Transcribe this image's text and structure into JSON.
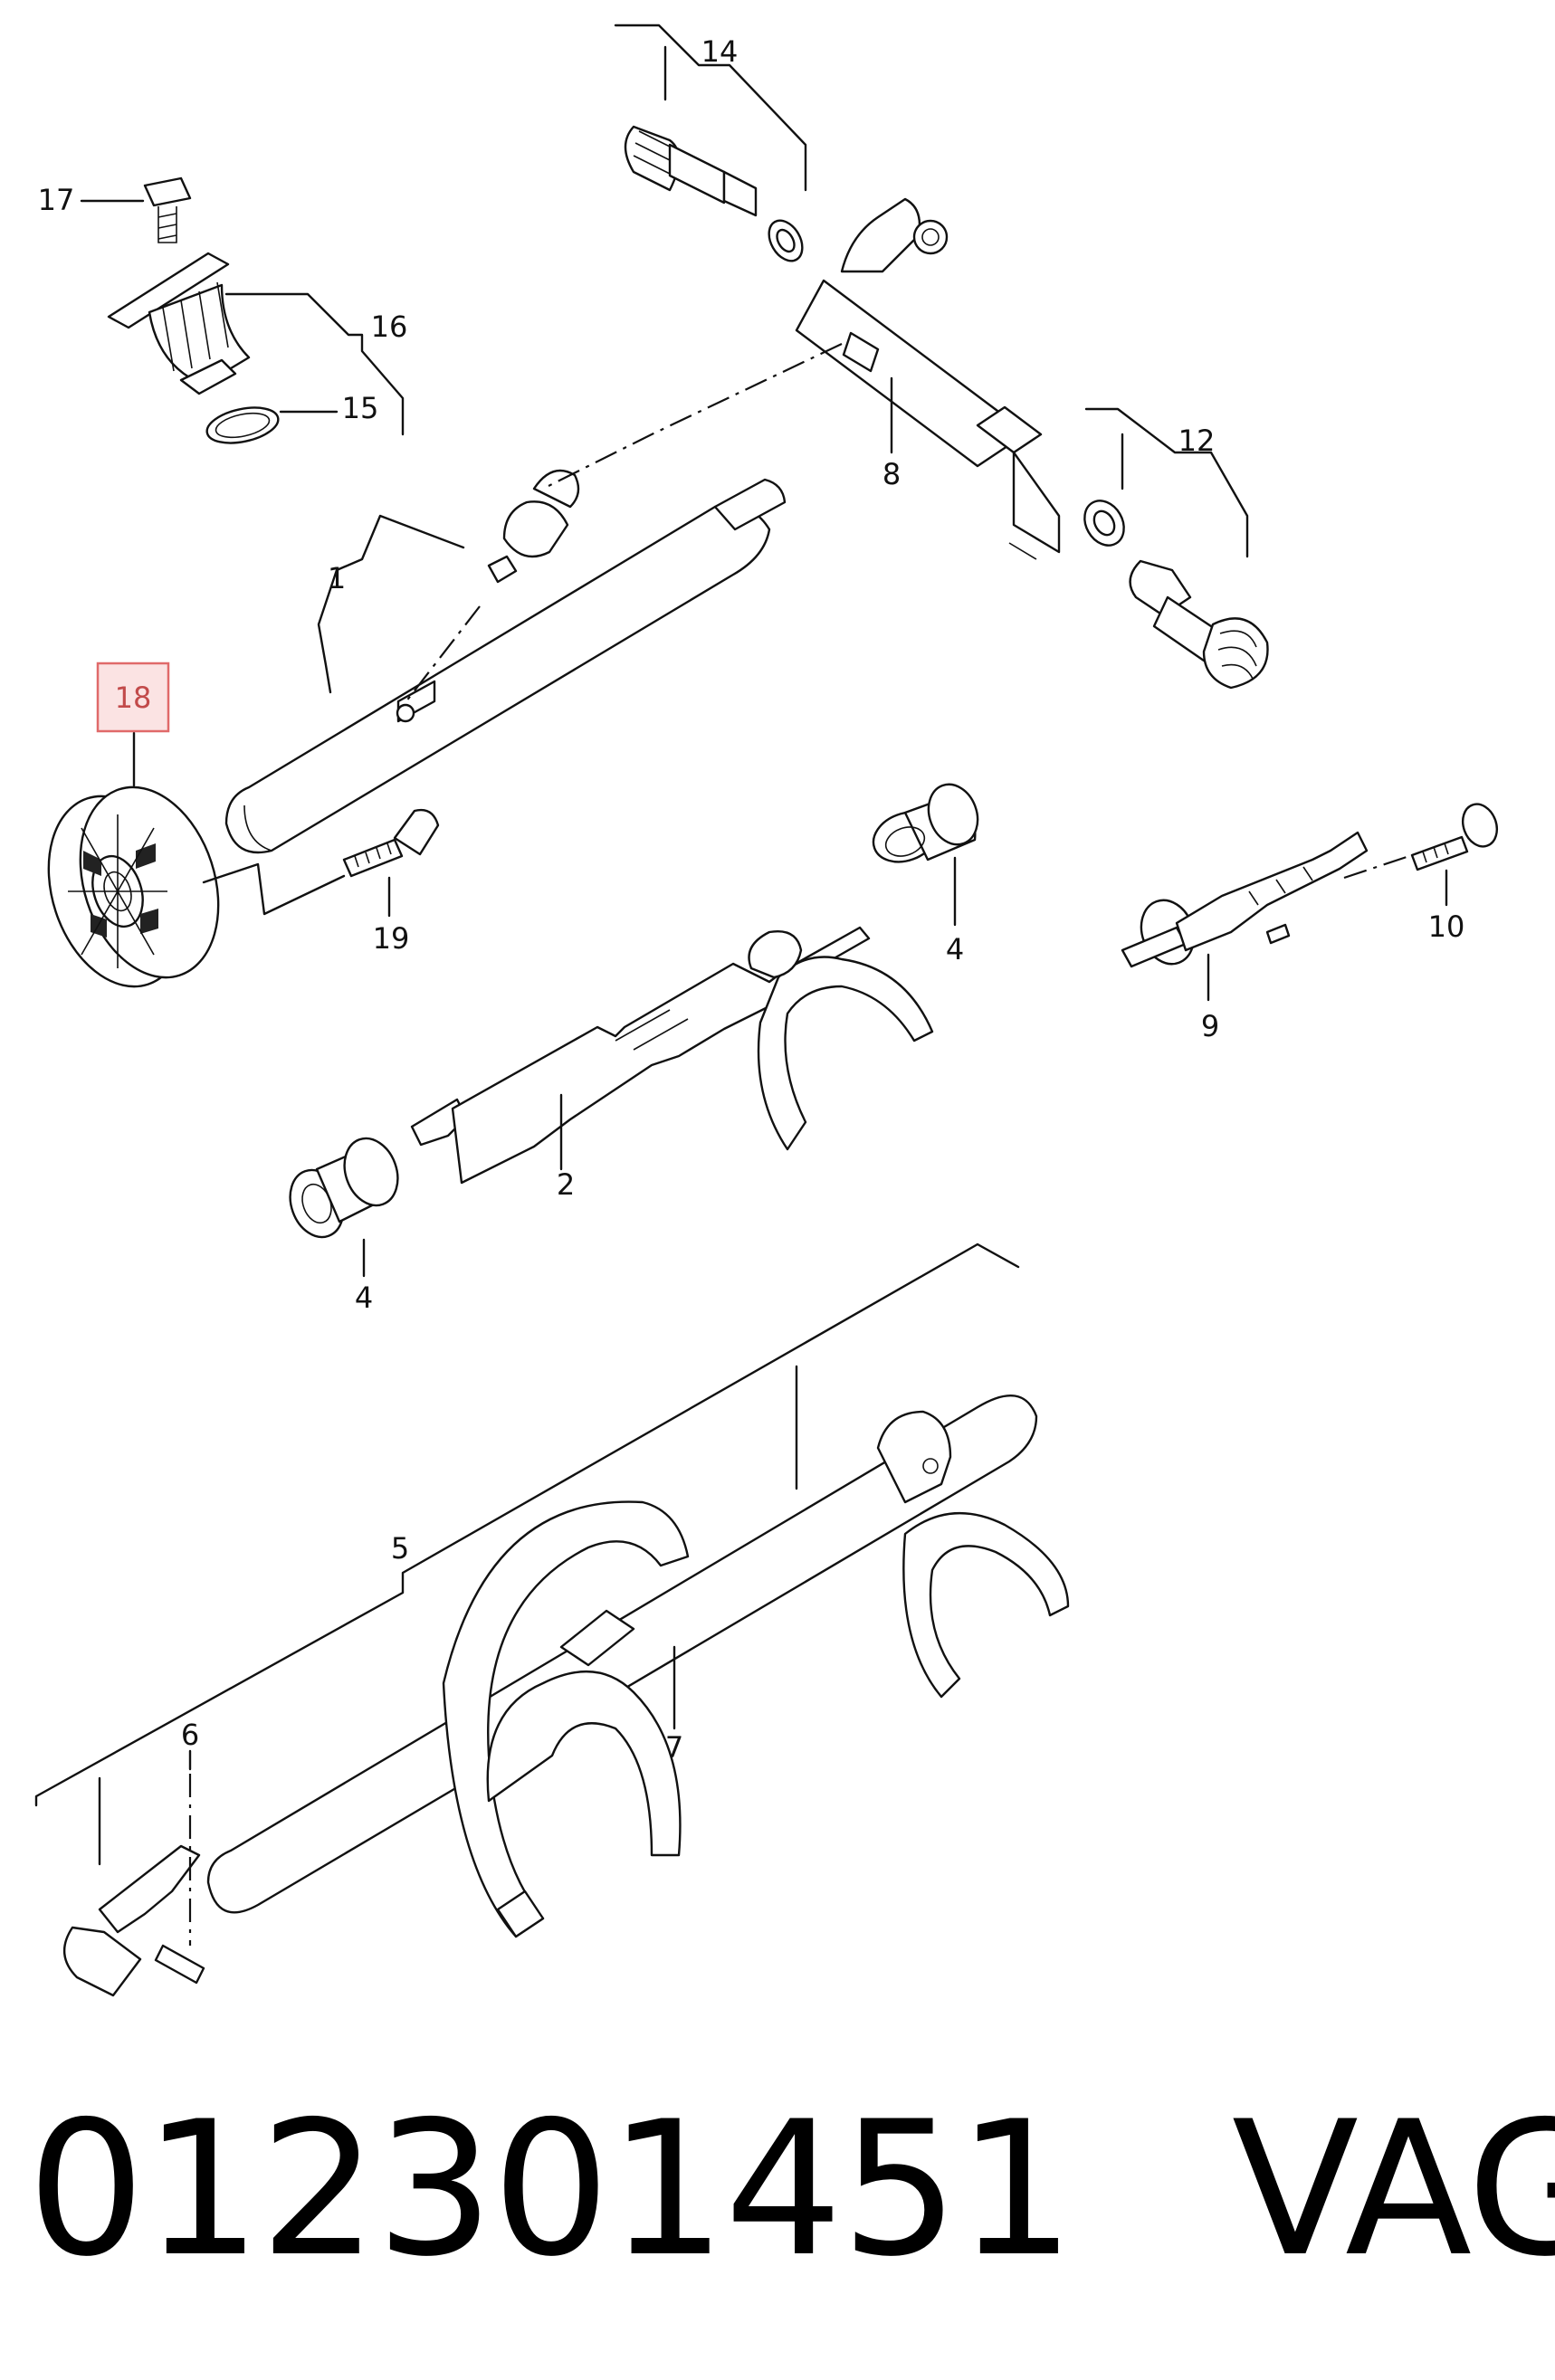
{
  "callouts": {
    "c1": "1",
    "c2": "2",
    "c4a": "4",
    "c4b": "4",
    "c5": "5",
    "c6": "6",
    "c7": "7",
    "c8": "8",
    "c9": "9",
    "c10": "10",
    "c12": "12",
    "c14": "14",
    "c15": "15",
    "c16": "16",
    "c17": "17",
    "c18": "18",
    "c19": "19"
  },
  "highlighted_callout": "18",
  "highlight_color": "#e06a6a",
  "footer": {
    "part_number": "012301451",
    "brand": "VAG"
  }
}
